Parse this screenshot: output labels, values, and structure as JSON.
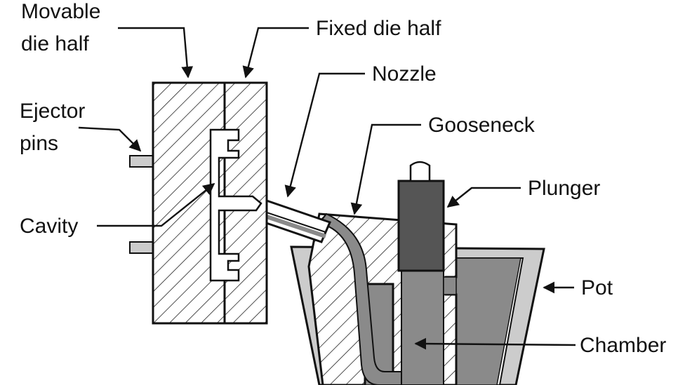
{
  "labels": {
    "movable_line1": "Movable",
    "movable_line2": "die half",
    "fixed": "Fixed die half",
    "nozzle": "Nozzle",
    "gooseneck": "Gooseneck",
    "ejector_line1": "Ejector",
    "ejector_line2": "pins",
    "plunger": "Plunger",
    "cavity": "Cavity",
    "pot": "Pot",
    "chamber": "Chamber"
  },
  "colors": {
    "line": "#111111",
    "metal": "#8a8a8a",
    "plunger": "#555555",
    "pot": "#cccccc",
    "background": "#ffffff"
  }
}
